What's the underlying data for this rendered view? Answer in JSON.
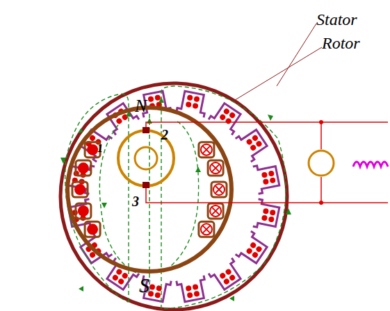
{
  "diagram": {
    "labels": [
      "Stator",
      "Rotor",
      "N",
      "S",
      "2",
      "3",
      "1"
    ]
  }
}
